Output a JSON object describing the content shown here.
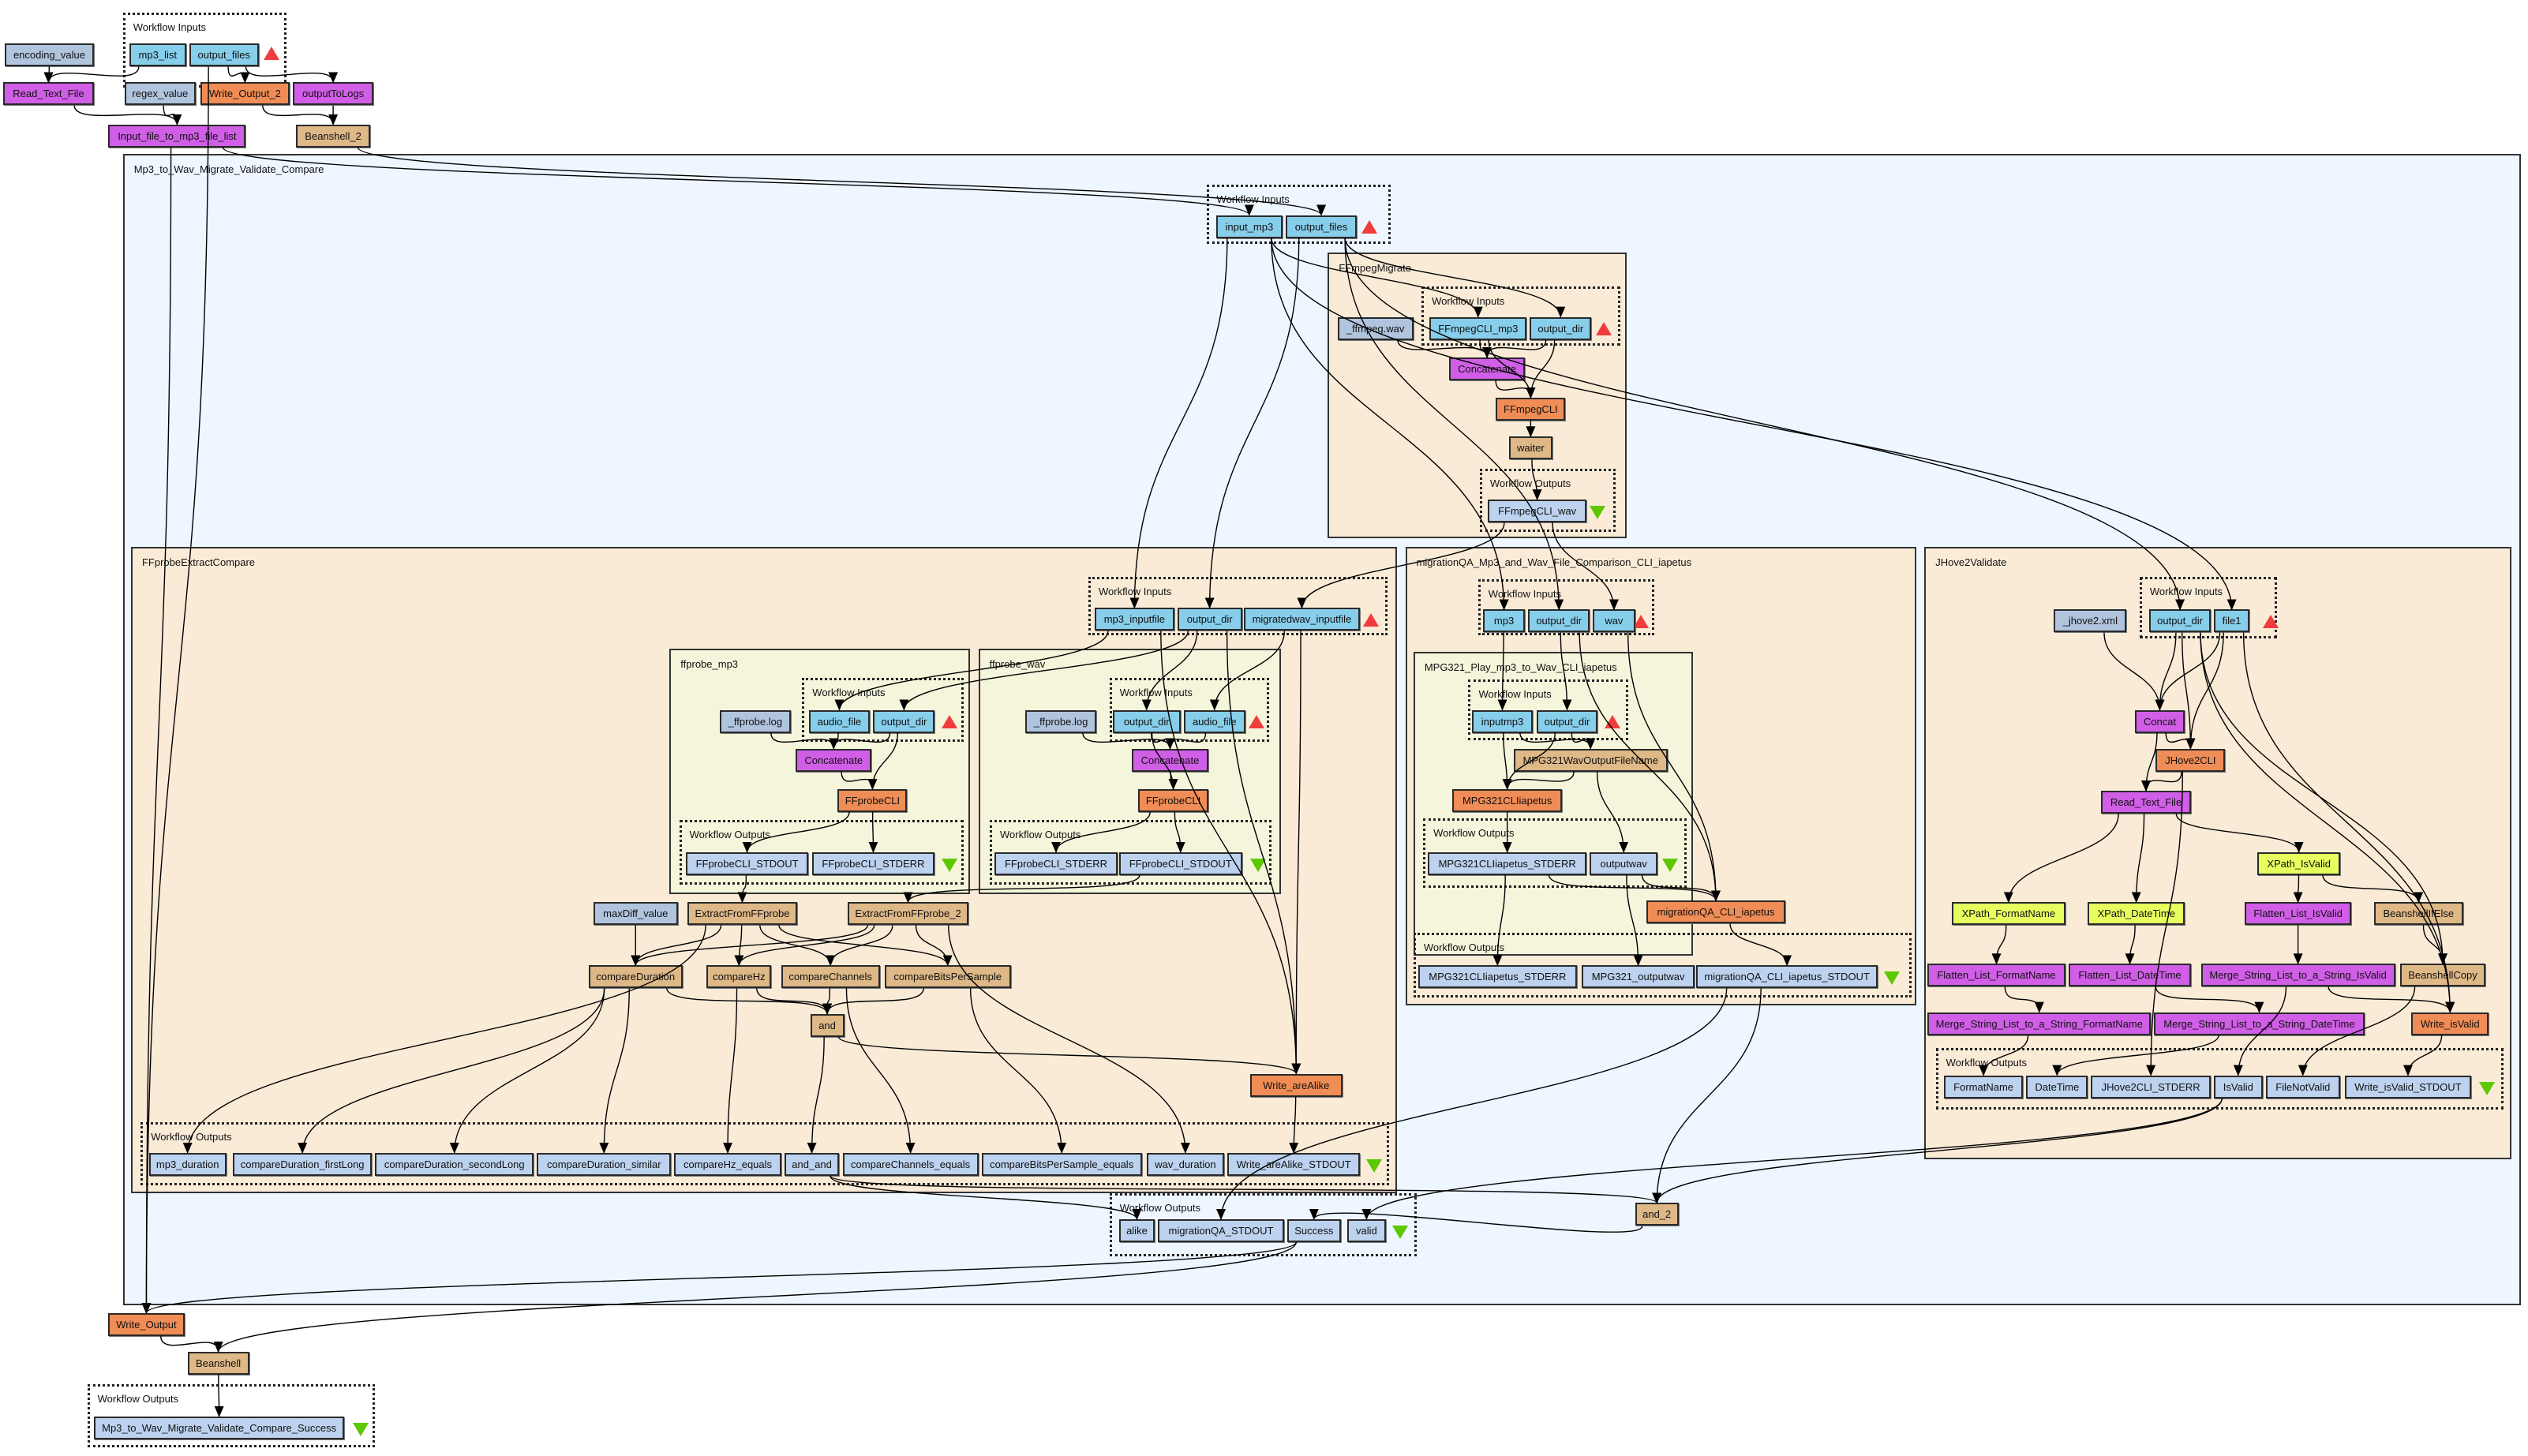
{
  "labels": {
    "workflow_inputs": "Workflow Inputs",
    "workflow_outputs": "Workflow Outputs"
  },
  "containers": {
    "main": "Mp3_to_Wav_Migrate_Validate_Compare",
    "ffmpeg": "FFmpegMigrate",
    "ffprobe": "FFprobeExtractCompare",
    "probe_mp3": "ffprobe_mp3",
    "probe_wav": "ffprobe_wav",
    "migqa": "migrationQA_Mp3_and_Wav_File_Comparison_CLI_iapetus",
    "mpg321": "MPG321_Play_mp3_to_Wav_CLI_iapetus",
    "jhove": "JHove2Validate"
  },
  "colors": {
    "input_port": "#87ceeb",
    "constant": "#b0c4de",
    "local_worker": "#d05ee6",
    "tool": "#f08c55",
    "beanshell": "#deb887",
    "xpath": "#e6ff5e",
    "output_port": "#bcd2ee",
    "outer_bg": "#eef6ff",
    "nested_bg": "#faebd7",
    "inner_bg": "#f5f5dc",
    "input_marker": "#f03c3c",
    "output_marker": "#5cc800"
  },
  "nodes": {
    "enc": "encoding_value",
    "mp3list": "mp3_list",
    "outfiles": "output_files",
    "readtf": "Read_Text_File",
    "regex": "regex_value",
    "write2": "Write_Output_2",
    "otl": "outputToLogs",
    "inputfile": "Input_file_to_mp3_file_list",
    "bsh2": "Beanshell_2",
    "in_mp3": "input_mp3",
    "in_out": "output_files",
    "ff_wavc": "_ffmpeg.wav",
    "ff_mp3": "FFmpegCLI_mp3",
    "ff_out": "output_dir",
    "ff_concat": "Concatenate",
    "ff_cli": "FFmpegCLI",
    "ff_waiter": "waiter",
    "ff_wavout": "FFmpegCLI_wav",
    "fp_mp3": "mp3_inputfile",
    "fp_out": "output_dir",
    "fp_wav": "migratedwav_inputfile",
    "p1_log": "_ffprobe.log",
    "p1_audio": "audio_file",
    "p1_out": "output_dir",
    "p1_concat": "Concatenate",
    "p1_cli": "FFprobeCLI",
    "p1_stdout": "FFprobeCLI_STDOUT",
    "p1_stderr": "FFprobeCLI_STDERR",
    "p2_log": "_ffprobe.log",
    "p2_out": "output_dir",
    "p2_audio": "audio_file",
    "p2_concat": "Concatenate",
    "p2_cli": "FFprobeCLI",
    "p2_stderr": "FFprobeCLI_STDERR",
    "p2_stdout": "FFprobeCLI_STDOUT",
    "maxdiff": "maxDiff_value",
    "ext1": "ExtractFromFFprobe",
    "ext2": "ExtractFromFFprobe_2",
    "cmp_dur": "compareDuration",
    "cmp_hz": "compareHz",
    "cmp_ch": "compareChannels",
    "cmp_bps": "compareBitsPerSample",
    "and": "and",
    "write_alike": "Write_areAlike",
    "o_mp3dur": "mp3_duration",
    "o_first": "compareDuration_firstLong",
    "o_second": "compareDuration_secondLong",
    "o_similar": "compareDuration_similar",
    "o_hz": "compareHz_equals",
    "o_andand": "and_and",
    "o_ch": "compareChannels_equals",
    "o_bps": "compareBitsPerSample_equals",
    "o_wavdur": "wav_duration",
    "o_alike": "Write_areAlike_STDOUT",
    "mq_mp3": "mp3",
    "mq_out": "output_dir",
    "mq_wav": "wav",
    "m_in": "inputmp3",
    "m_out": "output_dir",
    "m_name": "MPG321WavOutputFileName",
    "m_cli": "MPG321CLIiapetus",
    "m_stderr": "MPG321CLIiapetus_STDERR",
    "m_wav": "outputwav",
    "mq_cli": "migrationQA_CLI_iapetus",
    "mo_stderr": "MPG321CLIiapetus_STDERR",
    "mo_wav": "MPG321_outputwav",
    "mo_stdout": "migrationQA_CLI_iapetus_STDOUT",
    "j_xml": "_jhove2.xml",
    "j_out": "output_dir",
    "j_file": "file1",
    "j_concat": "Concat",
    "j_cli": "JHove2CLI",
    "j_rtf": "Read_Text_File",
    "j_xpiv": "XPath_IsValid",
    "j_xpfn": "XPath_FormatName",
    "j_xpdt": "XPath_DateTime",
    "j_fliv": "Flatten_List_IsValid",
    "j_bif": "BeanshellIfElse",
    "j_flfn": "Flatten_List_FormatName",
    "j_fldt": "Flatten_List_DateTime",
    "j_mriv": "Merge_String_List_to_a_String_IsValid",
    "j_bcopy": "BeanshellCopy",
    "j_mrfn": "Merge_String_List_to_a_String_FormatName",
    "j_mrdt": "Merge_String_List_to_a_String_DateTime",
    "j_wiv": "Write_isValid",
    "jo_fn": "FormatName",
    "jo_dt": "DateTime",
    "jo_err": "JHove2CLI_STDERR",
    "jo_iv": "IsValid",
    "jo_fnv": "FileNotValid",
    "jo_wso": "Write_isValid_STDOUT",
    "and2": "and_2",
    "r_alike": "alike",
    "r_mq": "migrationQA_STDOUT",
    "r_success": "Success",
    "r_valid": "valid",
    "writeout": "Write_Output",
    "beanshell": "Beanshell",
    "final": "Mp3_to_Wav_Migrate_Validate_Compare_Success"
  }
}
